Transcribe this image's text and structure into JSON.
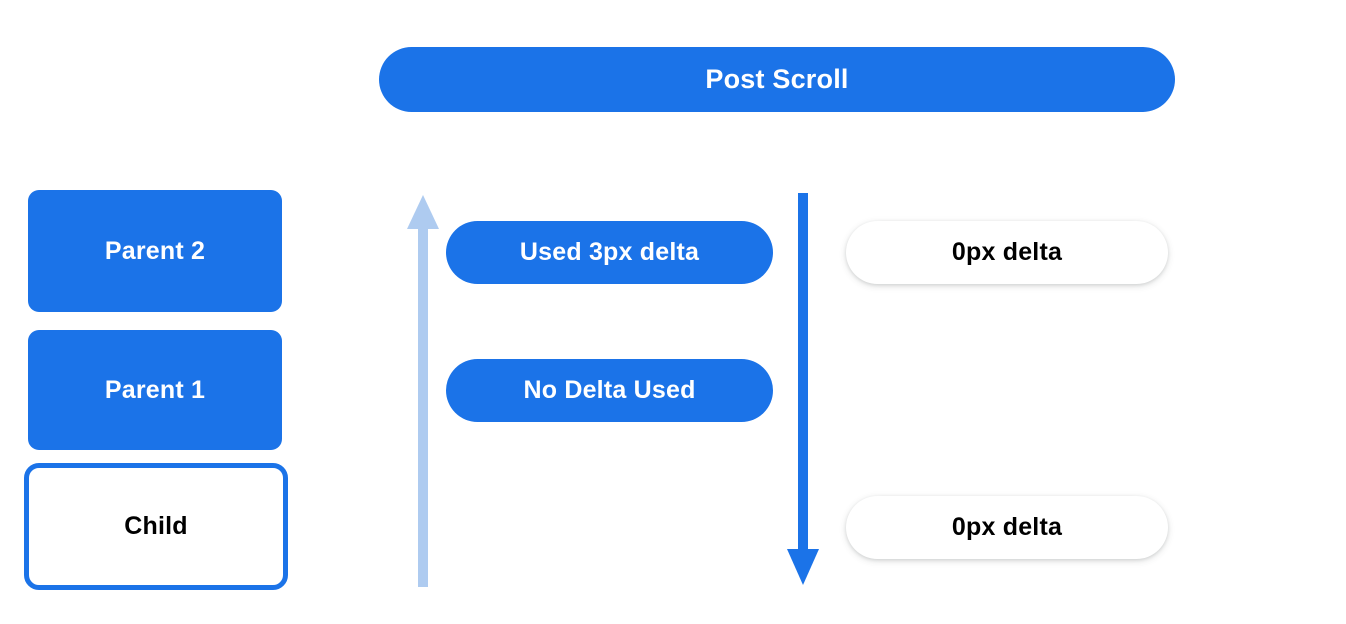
{
  "colors": {
    "primary_blue": "#1b73e8",
    "light_blue_arrow": "#aecbf0",
    "white": "#ffffff",
    "black": "#000000"
  },
  "header": {
    "title": "Post Scroll"
  },
  "left_column": {
    "boxes": [
      {
        "label": "Parent 2",
        "style": "filled"
      },
      {
        "label": "Parent 1",
        "style": "filled"
      },
      {
        "label": "Child",
        "style": "outlined"
      }
    ]
  },
  "middle_column": {
    "pills": [
      {
        "label": "Used 3px delta"
      },
      {
        "label": "No Delta Used"
      }
    ]
  },
  "right_column": {
    "pills": [
      {
        "label": "0px delta"
      },
      {
        "label": "0px delta"
      }
    ]
  },
  "arrows": {
    "up": {
      "name": "scroll-up-arrow",
      "direction": "up",
      "color": "#aecbf0"
    },
    "down": {
      "name": "scroll-down-arrow",
      "direction": "down",
      "color": "#1b73e8"
    }
  }
}
